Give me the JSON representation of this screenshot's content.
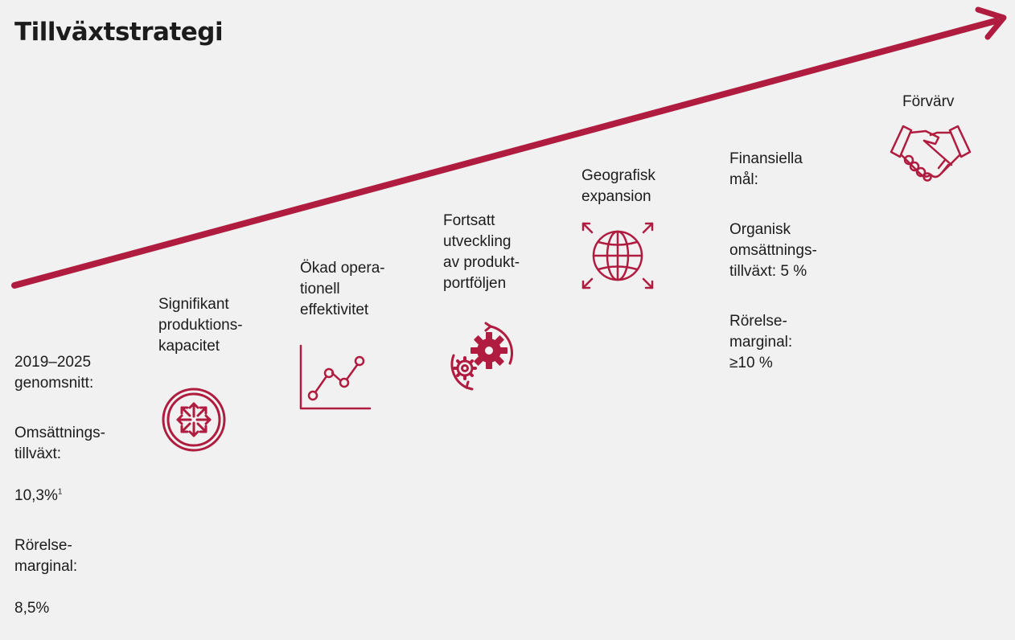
{
  "title": "Tillväxtstrategi",
  "accent_color": "#b01c3f",
  "stages": {
    "history": {
      "heading": "2019–2025\ngenomsnitt:",
      "revenue_label": "Omsättnings-\ntillväxt:",
      "revenue_value": "10,3%",
      "revenue_footnote": "1",
      "margin_label": "Rörelse-\nmarginal:",
      "margin_value": "8,5%"
    },
    "capacity": {
      "label": "Signifikant\nproduktions-\nkapacitet",
      "icon": "expand-arrows-circle-icon"
    },
    "efficiency": {
      "label": "Ökad opera-\ntionell\neffektivitet",
      "icon": "line-chart-icon"
    },
    "portfolio": {
      "label": "Fortsatt\nutveckling\nav produkt-\nportföljen",
      "icon": "gears-cycle-icon"
    },
    "expansion": {
      "label": "Geografisk\nexpansion",
      "icon": "globe-arrows-icon"
    },
    "targets": {
      "heading": "Finansiella\nmål:",
      "organic_label": "Organisk\nomsättnings-\ntillväxt: 5 %",
      "margin_label": "Rörelse-\nmarginal:\n≥10 %"
    },
    "acquisitions": {
      "label": "Förvärv",
      "icon": "handshake-icon"
    }
  }
}
